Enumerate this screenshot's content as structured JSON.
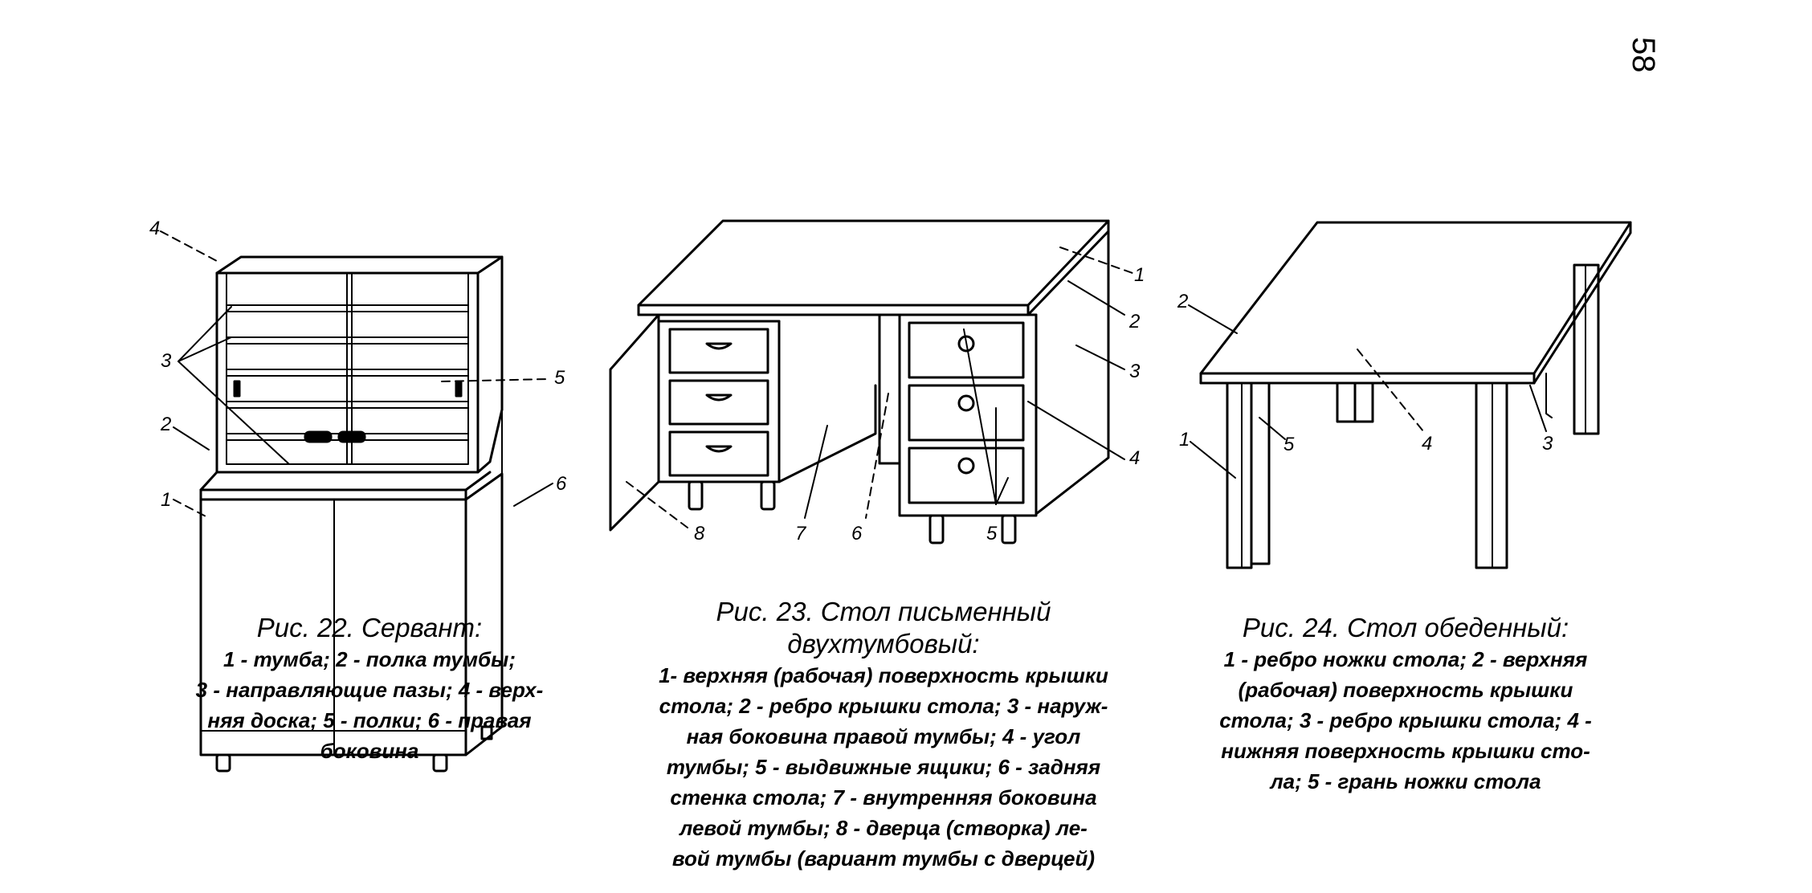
{
  "page_number": "58",
  "figures": [
    {
      "id": "fig22",
      "title": "Рис. 22. Сервант:",
      "legend": [
        "1 - тумба; 2 - полка тумбы;",
        "3 - направляющие пазы; 4 - верх-",
        "няя доска; 5 - полки; 6 - правая",
        "боковина"
      ],
      "callouts": [
        "4",
        "3",
        "2",
        "1",
        "5",
        "6"
      ]
    },
    {
      "id": "fig23",
      "title": [
        "Рис. 23. Стол письменный",
        "двухтумбовый:"
      ],
      "legend": [
        "1- верхняя (рабочая) поверхность крышки",
        "стола; 2 - ребро крышки стола; 3 - наруж-",
        "ная боковина правой тумбы; 4 - угол",
        "тумбы; 5 - выдвижные ящики; 6 - задняя",
        "стенка стола; 7 - внутренняя боковина",
        "левой тумбы; 8 - дверца (створка) ле-",
        "вой тумбы (вариант тумбы с дверцей)"
      ],
      "callouts": [
        "1",
        "2",
        "3",
        "4",
        "5",
        "6",
        "7",
        "8"
      ]
    },
    {
      "id": "fig24",
      "title": "Рис. 24. Стол обеденный:",
      "legend": [
        "1 - ребро ножки стола; 2 - верхняя",
        "(рабочая) поверхность крышки",
        "стола; 3 - ребро крышки стола; 4 -",
        "нижняя поверхность крышки сто-",
        "ла; 5 - грань ножки стола"
      ],
      "callouts": [
        "2",
        "1",
        "5",
        "4",
        "3"
      ]
    }
  ]
}
